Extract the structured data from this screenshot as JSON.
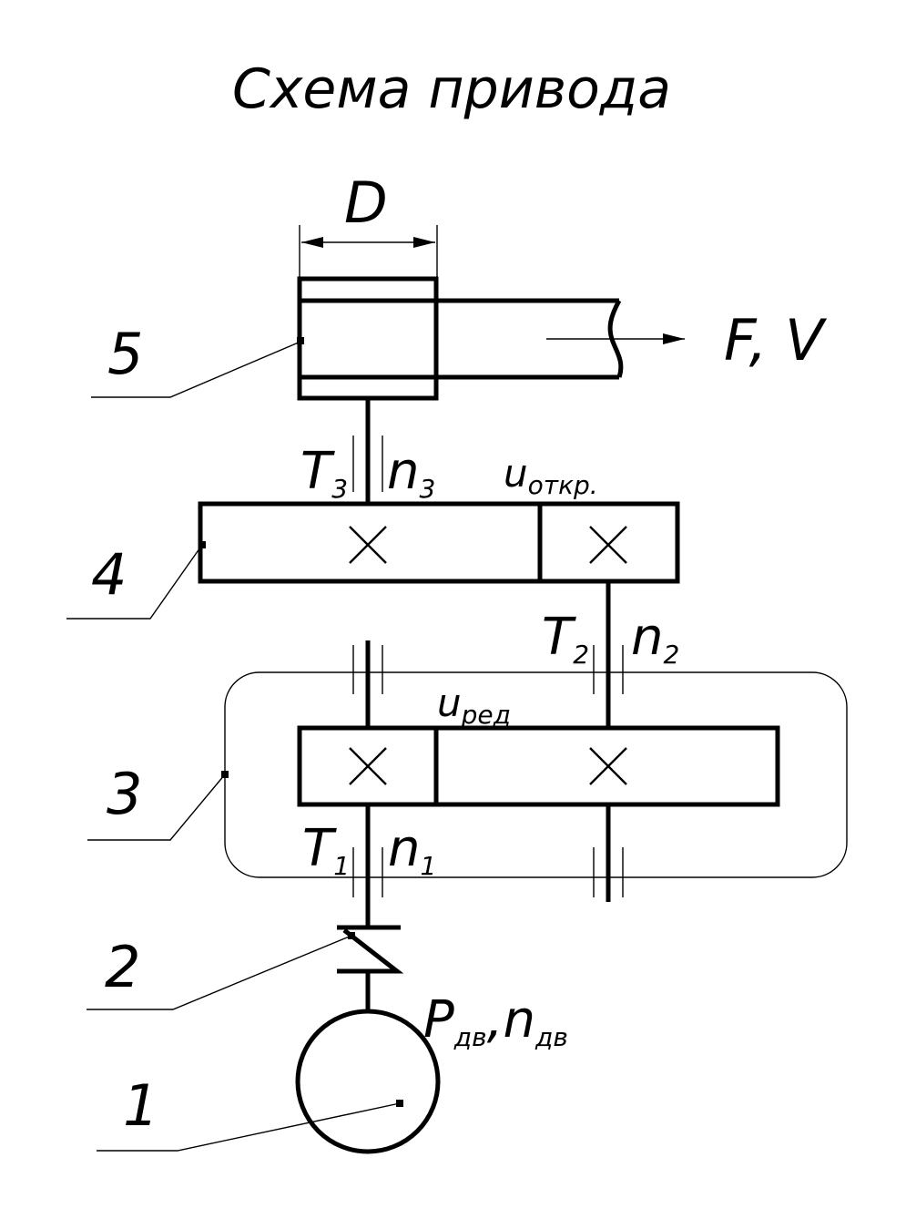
{
  "title": "Схема привода",
  "dimension_label": "D",
  "output_label": "F, V",
  "callouts": [
    {
      "number": "1",
      "part": "motor"
    },
    {
      "number": "2",
      "part": "coupling"
    },
    {
      "number": "3",
      "part": "gearbox-housing"
    },
    {
      "number": "4",
      "part": "open-gear-pair"
    },
    {
      "number": "5",
      "part": "conveyor-drum"
    }
  ],
  "shaft_labels": {
    "T3": {
      "main": "T",
      "sub": "3"
    },
    "n3": {
      "main": "n",
      "sub": "3"
    },
    "T2": {
      "main": "T",
      "sub": "2"
    },
    "n2": {
      "main": "n",
      "sub": "2"
    },
    "T1": {
      "main": "T",
      "sub": "1"
    },
    "n1": {
      "main": "n",
      "sub": "1"
    }
  },
  "ratio_labels": {
    "open": {
      "main": "u",
      "sub": "откр."
    },
    "reducer": {
      "main": "u",
      "sub": "ред"
    }
  },
  "motor_label": {
    "P_main": "P",
    "P_sub": "дв",
    "sep": ",",
    "n_main": "n",
    "n_sub": "дв"
  }
}
